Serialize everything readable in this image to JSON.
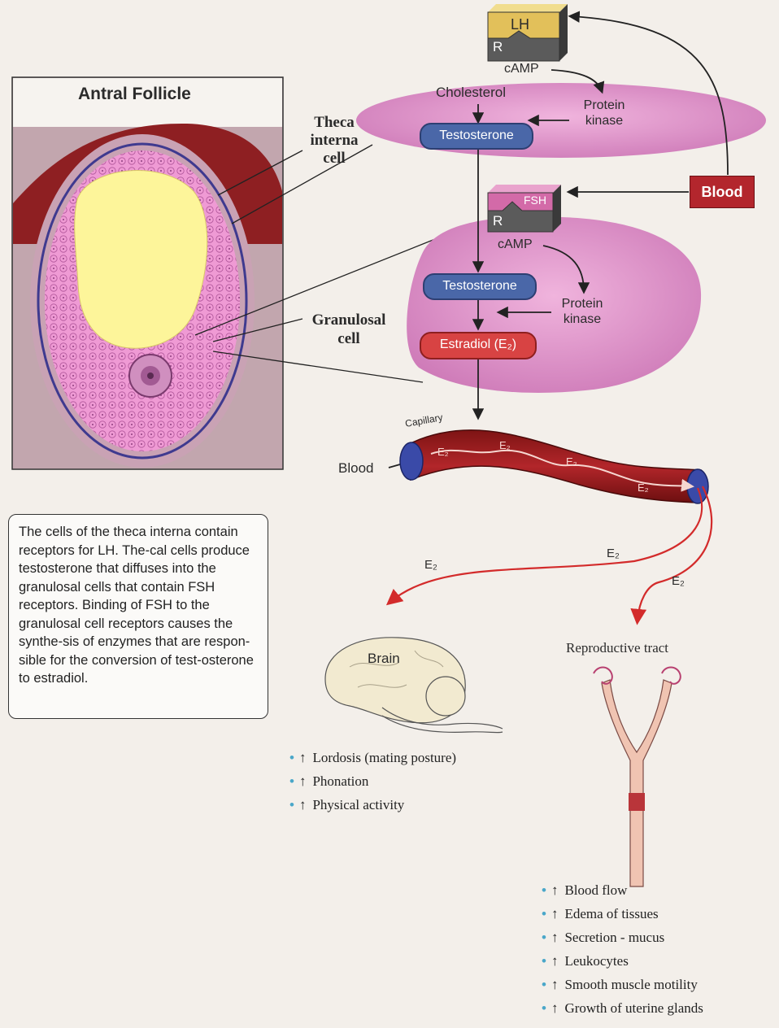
{
  "title": "Antral Follicle",
  "theca_label": [
    "Theca",
    "interna",
    "cell"
  ],
  "granulosal_label": [
    "Granulosal",
    "cell"
  ],
  "hormones": {
    "lh": "LH",
    "fsh": "FSH",
    "receptor": "R",
    "camp": "cAMP",
    "cholesterol": "Cholesterol",
    "protein_kinase_line1": "Protein",
    "protein_kinase_line2": "kinase",
    "testosterone": "Testosterone",
    "estradiol": "Estradiol (E₂)",
    "e2": "E₂"
  },
  "blood_box": "Blood",
  "capillary_label": "Capillary",
  "blood_label": "Blood",
  "caption": "The cells of the theca interna contain receptors for LH. The-cal cells produce testosterone that diffuses into the granulosal cells that contain FSH receptors. Binding of FSH to the granulosal cell receptors causes the synthe-sis of enzymes that are respon-sible for the conversion of test-osterone to estradiol.",
  "brain_label": "Brain",
  "repro_label": "Reproductive tract",
  "arrow_up": "↑",
  "bullet": "•",
  "brain_effects": [
    "Lordosis (mating posture)",
    "Phonation",
    "Physical activity"
  ],
  "repro_effects": [
    "Blood flow",
    "Edema of tissues",
    "Secretion - mucus",
    "Leukocytes",
    "Smooth muscle motility",
    "Growth of uterine glands"
  ],
  "colors": {
    "cell_pink": "#d98ac4",
    "testosterone_blue": "#4a67a8",
    "estradiol_red": "#d84343",
    "blood_box": "#b3262d",
    "lh_gold": "#e2c05a",
    "fsh_pink": "#d36aa8",
    "arrow_red": "#d32b2b"
  }
}
